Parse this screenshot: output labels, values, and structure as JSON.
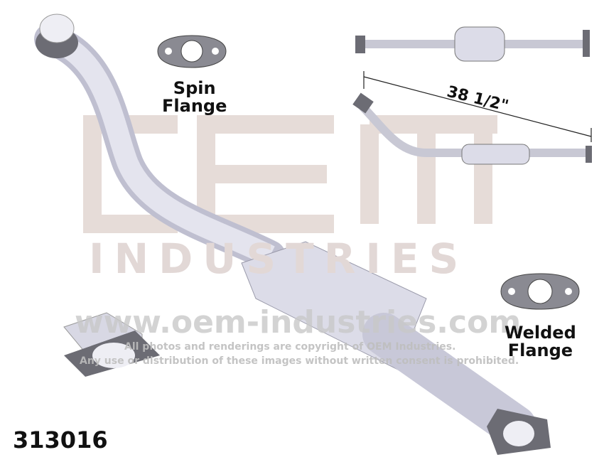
{
  "watermark": {
    "logo_text": "OEM",
    "brand": "INDUSTRIES",
    "url": "www.oem-industries.com",
    "copyright_line1": "All photos and renderings are copyright of OEM Industries.",
    "copyright_line2": "Any use or distribution of these images without written consent is prohibited."
  },
  "labels": {
    "spin_line1": "Spin",
    "spin_line2": "Flange",
    "welded_line1": "Welded",
    "welded_line2": "Flange",
    "dimension": "38 1/2\""
  },
  "part_number": "313016",
  "colors": {
    "pipe": "#d6d6e4",
    "flange": "#6c6c74",
    "watermark": "#d8d8d8"
  }
}
